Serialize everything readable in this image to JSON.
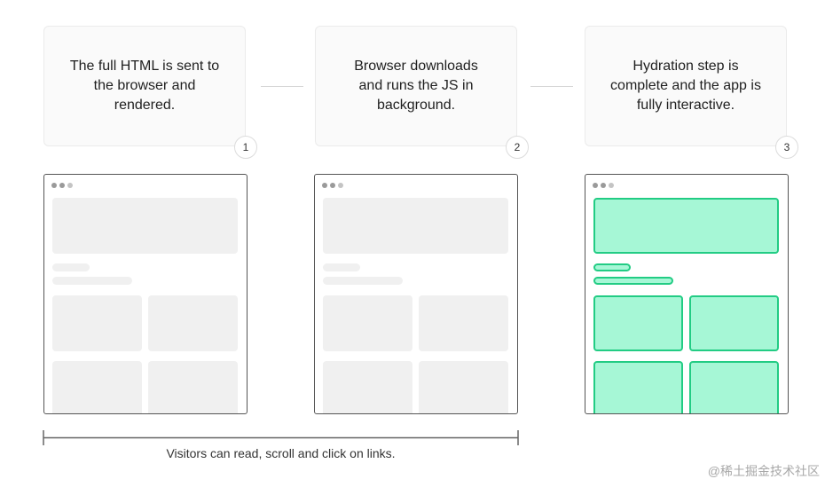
{
  "steps": [
    {
      "text_line1": "The full HTML is sent to",
      "text_line2": "the browser and",
      "text_line3": "rendered.",
      "badge": "1"
    },
    {
      "text_line1": "Browser downloads",
      "text_line2": "and runs the JS in",
      "text_line3": "background.",
      "badge": "2"
    },
    {
      "text_line1": "Hydration step is",
      "text_line2": "complete and the app is",
      "text_line3": "fully interactive.",
      "badge": "3"
    }
  ],
  "caption": "Visitors can read, scroll and click on links.",
  "watermark": "@稀土掘金技术社区",
  "colors": {
    "card_bg": "#fafafa",
    "skeleton": "#f0f0f0",
    "hydrated_fill": "#a6f7d6",
    "hydrated_border": "#22cc84",
    "frame": "#555555"
  }
}
